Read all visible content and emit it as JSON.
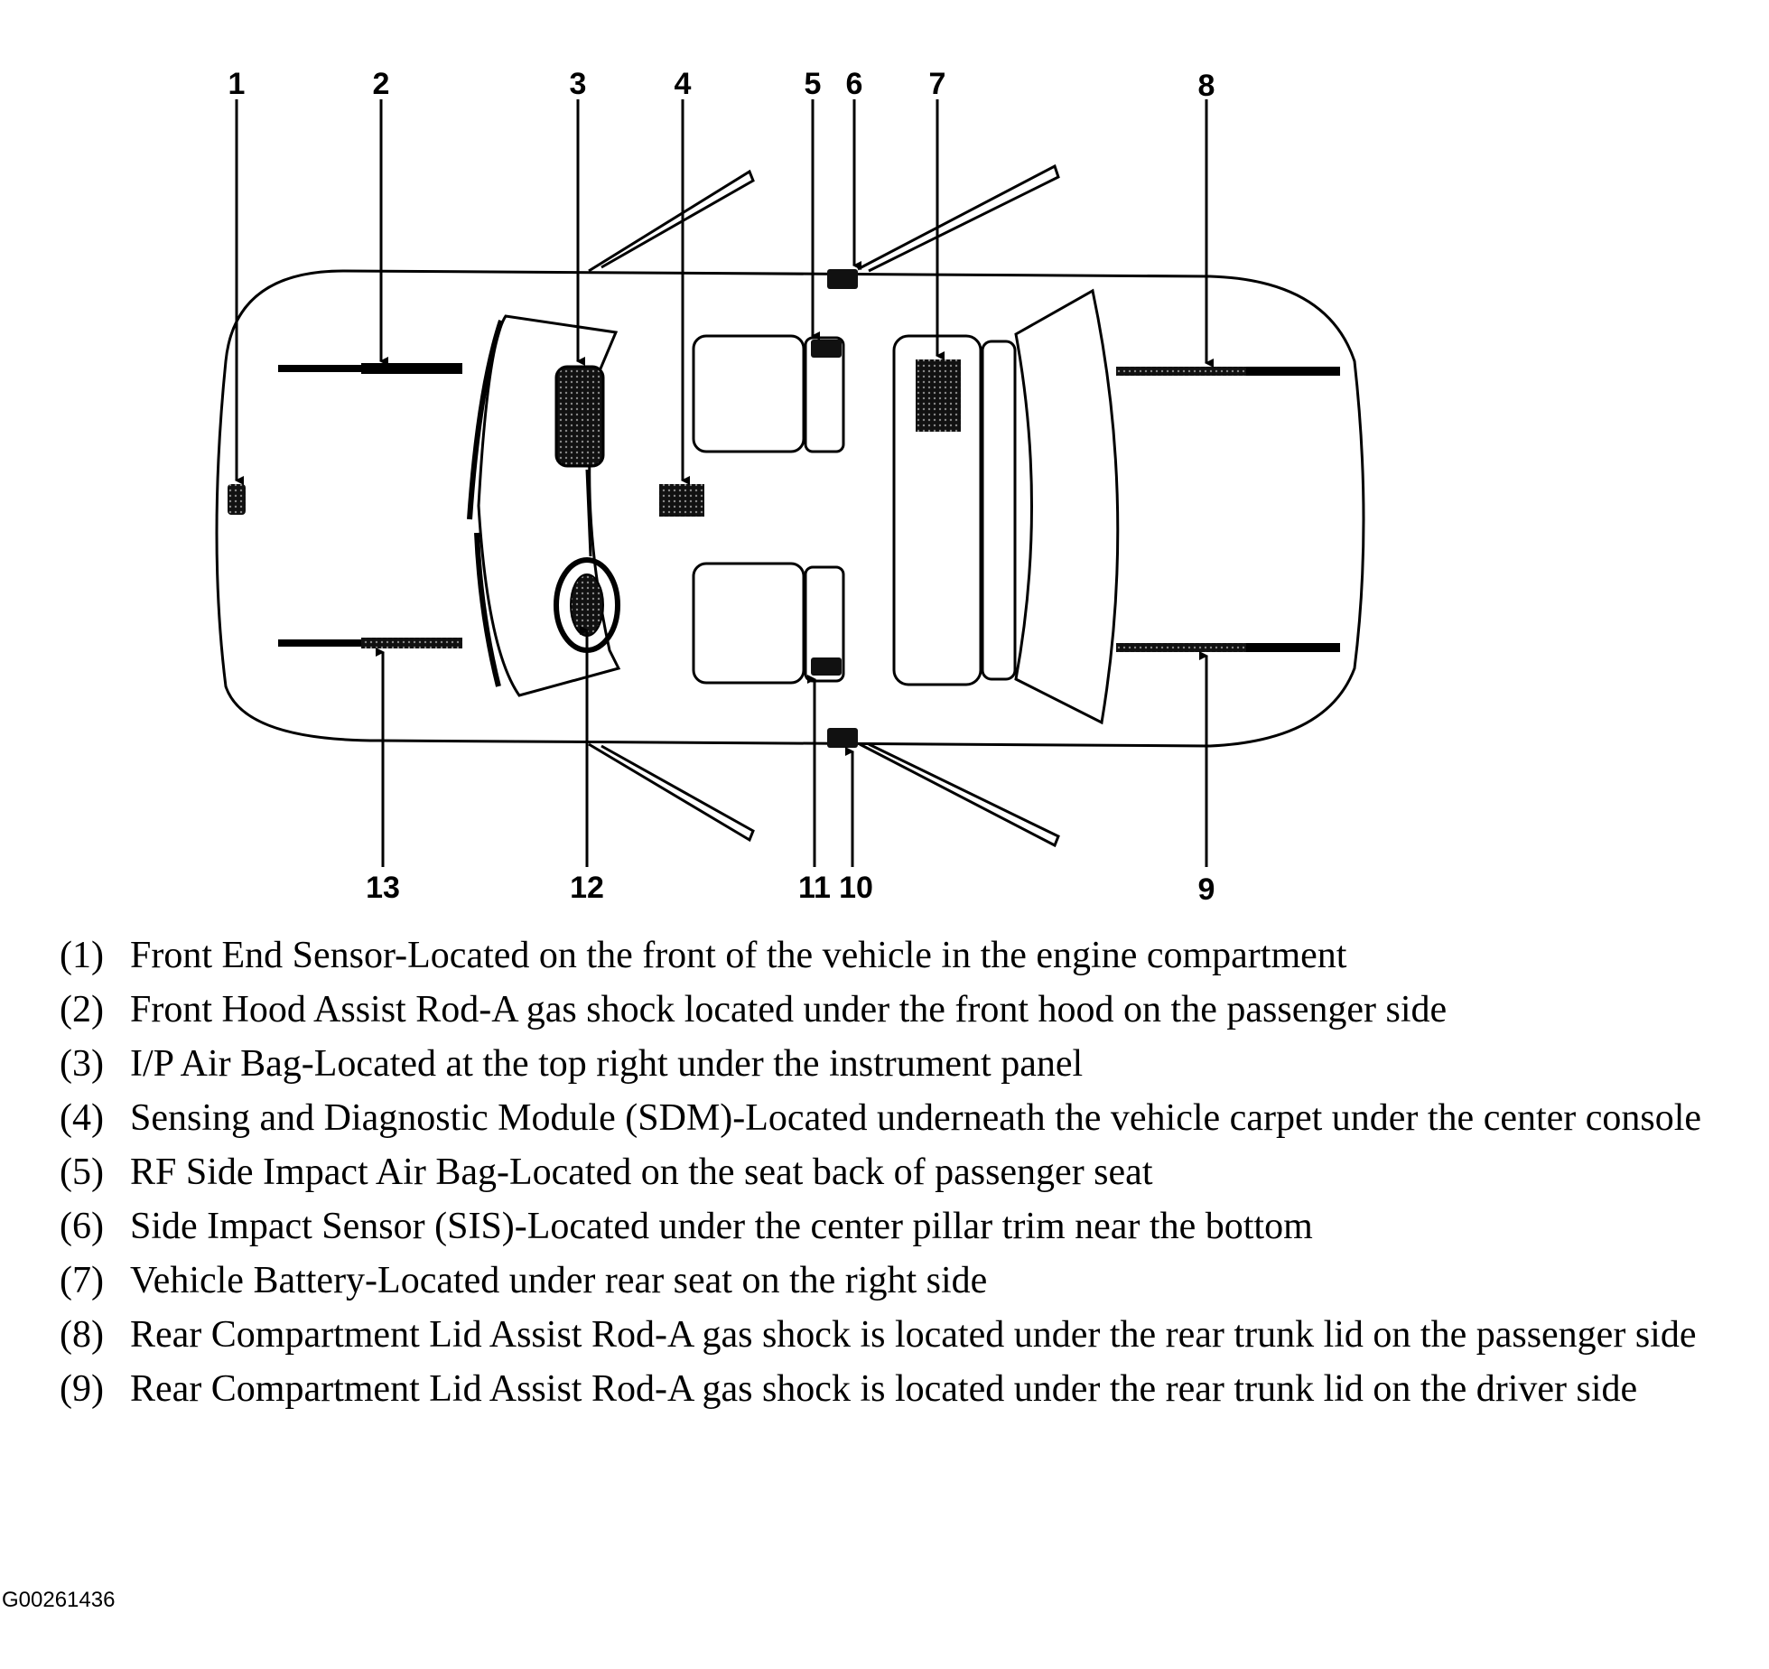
{
  "callouts": {
    "top": [
      "1",
      "2",
      "3",
      "4",
      "5",
      "6",
      "7",
      "8"
    ],
    "bottom": [
      "13",
      "12",
      "11",
      "10",
      "9"
    ]
  },
  "legend": [
    {
      "num": "(1)",
      "text": "Front End Sensor-Located on the front of the vehicle in the engine compartment"
    },
    {
      "num": "(2)",
      "text": "Front Hood Assist Rod-A gas shock located under the front hood on the passenger side"
    },
    {
      "num": "(3)",
      "text": "I/P Air Bag-Located at the top right under the instrument panel"
    },
    {
      "num": "(4)",
      "text": "Sensing and Diagnostic Module (SDM)-Located underneath the vehicle carpet under the center console"
    },
    {
      "num": "(5)",
      "text": "RF Side Impact Air Bag-Located on the seat back of passenger seat"
    },
    {
      "num": "(6)",
      "text": "Side Impact Sensor (SIS)-Located under the center pillar trim near the bottom"
    },
    {
      "num": "(7)",
      "text": "Vehicle Battery-Located under rear seat on the right side"
    },
    {
      "num": "(8)",
      "text": "Rear Compartment Lid Assist Rod-A gas shock is located under the rear trunk lid on the passenger side"
    },
    {
      "num": "(9)",
      "text": "Rear Compartment Lid Assist Rod-A gas shock is located under the rear trunk lid on the driver side"
    }
  ],
  "figure_id": "G00261436"
}
